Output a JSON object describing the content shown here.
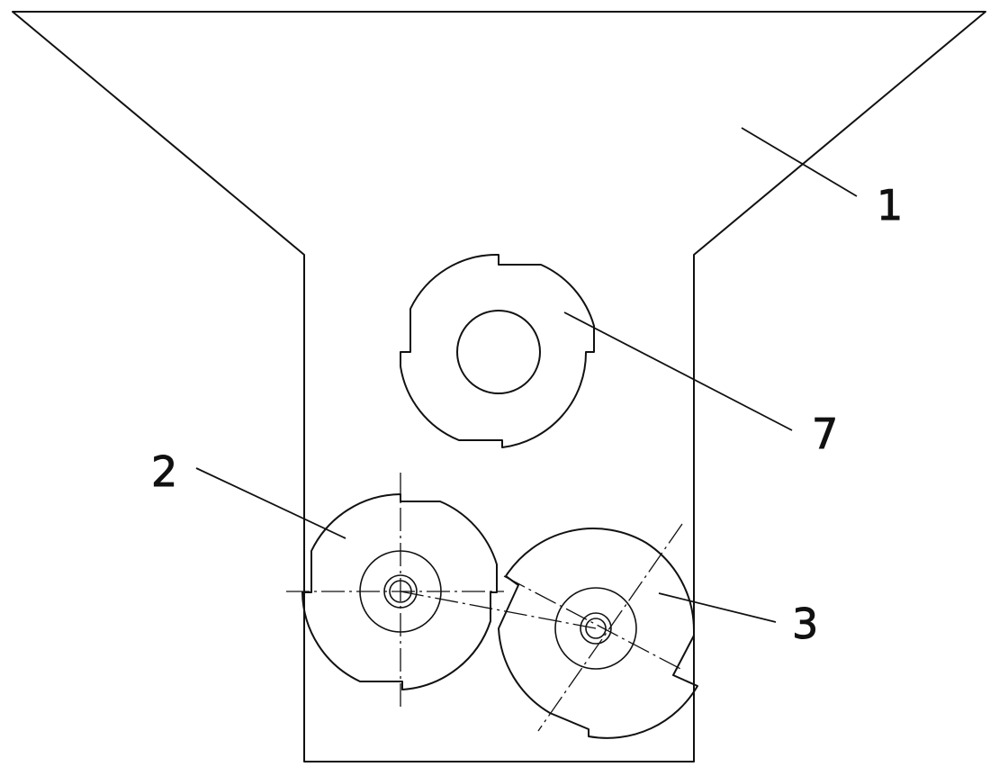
{
  "colors": {
    "line": "#111111",
    "background": "#ffffff"
  },
  "callouts": {
    "hopper": "1",
    "left_roller": "2",
    "right_roller": "3",
    "upper_roller": "7"
  }
}
